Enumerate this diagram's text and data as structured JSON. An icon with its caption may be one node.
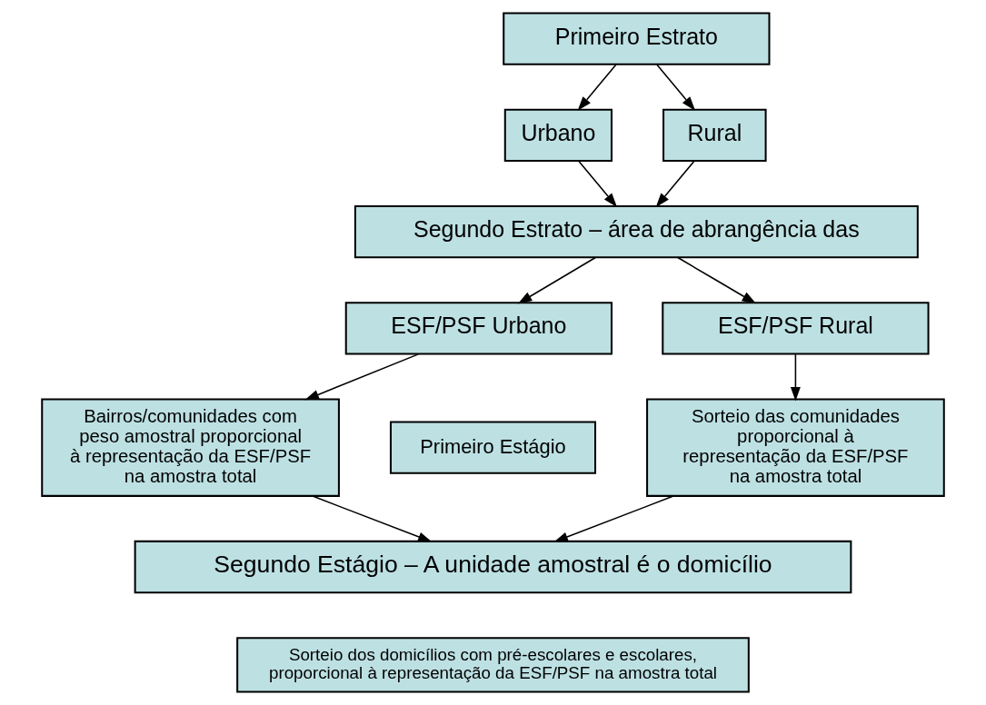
{
  "diagram": {
    "nodes": [
      {
        "text": [
          "Primeiro Estrato"
        ]
      },
      {
        "text": [
          "Urbano"
        ]
      },
      {
        "text": [
          "Rural"
        ]
      },
      {
        "text": [
          "Segundo Estrato – área de abrangência das"
        ]
      },
      {
        "text": [
          "ESF/PSF Urbano"
        ]
      },
      {
        "text": [
          "ESF/PSF Rural"
        ]
      },
      {
        "text": [
          "Bairros/comunidades com peso amostral proporcional à representação da ESF/PSF na amostra total"
        ]
      },
      {
        "text": [
          "Primeiro Estágio"
        ]
      },
      {
        "text": [
          "Sorteio das comunidades proporcional à representação da ESF/PSF na amostra total"
        ]
      },
      {
        "text": [
          "Segundo Estágio – A unidade amostral é o domicílio"
        ]
      },
      {
        "text": [
          "Sorteio dos domicílios com pré-escolares e escolares, proporcional à representação da ESF/PSF na amostra total"
        ]
      }
    ],
    "edges": [
      {
        "from": 0,
        "to": 1,
        "arrow": "to"
      },
      {
        "from": 0,
        "to": 2,
        "arrow": "to"
      },
      {
        "from": 1,
        "to": 3,
        "arrow": "to"
      },
      {
        "from": 2,
        "to": 3,
        "arrow": "to"
      },
      {
        "from": 3,
        "to": 4,
        "arrow": "to"
      },
      {
        "from": 3,
        "to": 5,
        "arrow": "to"
      },
      {
        "from": 4,
        "to": 6,
        "arrow": "to"
      },
      {
        "from": 5,
        "to": 8,
        "arrow": "to"
      },
      {
        "from": 6,
        "to": 9,
        "arrow": "to"
      },
      {
        "from": 8,
        "to": 9,
        "arrow": "to"
      }
    ]
  }
}
